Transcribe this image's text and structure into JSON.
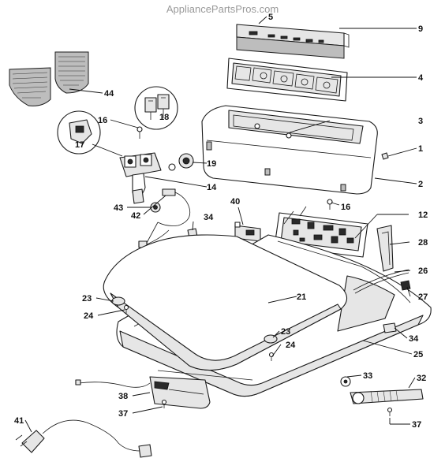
{
  "watermark": "AppliancePartsPros.com",
  "callouts": [
    {
      "id": "5",
      "label": "5"
    },
    {
      "id": "9",
      "label": "9"
    },
    {
      "id": "4",
      "label": "4"
    },
    {
      "id": "44",
      "label": "44"
    },
    {
      "id": "16a",
      "label": "16"
    },
    {
      "id": "18",
      "label": "18"
    },
    {
      "id": "3",
      "label": "3"
    },
    {
      "id": "17",
      "label": "17"
    },
    {
      "id": "1",
      "label": "1"
    },
    {
      "id": "19",
      "label": "19"
    },
    {
      "id": "2",
      "label": "2"
    },
    {
      "id": "14",
      "label": "14"
    },
    {
      "id": "40",
      "label": "40"
    },
    {
      "id": "16b",
      "label": "16"
    },
    {
      "id": "43",
      "label": "43"
    },
    {
      "id": "42",
      "label": "42"
    },
    {
      "id": "34a",
      "label": "34"
    },
    {
      "id": "12",
      "label": "12"
    },
    {
      "id": "28",
      "label": "28"
    },
    {
      "id": "26",
      "label": "26"
    },
    {
      "id": "21",
      "label": "21"
    },
    {
      "id": "23a",
      "label": "23"
    },
    {
      "id": "27",
      "label": "27"
    },
    {
      "id": "24a",
      "label": "24"
    },
    {
      "id": "23b",
      "label": "23"
    },
    {
      "id": "34b",
      "label": "34"
    },
    {
      "id": "24b",
      "label": "24"
    },
    {
      "id": "25",
      "label": "25"
    },
    {
      "id": "33",
      "label": "33"
    },
    {
      "id": "32",
      "label": "32"
    },
    {
      "id": "38",
      "label": "38"
    },
    {
      "id": "37a",
      "label": "37"
    },
    {
      "id": "41",
      "label": "41"
    },
    {
      "id": "37b",
      "label": "37"
    }
  ]
}
